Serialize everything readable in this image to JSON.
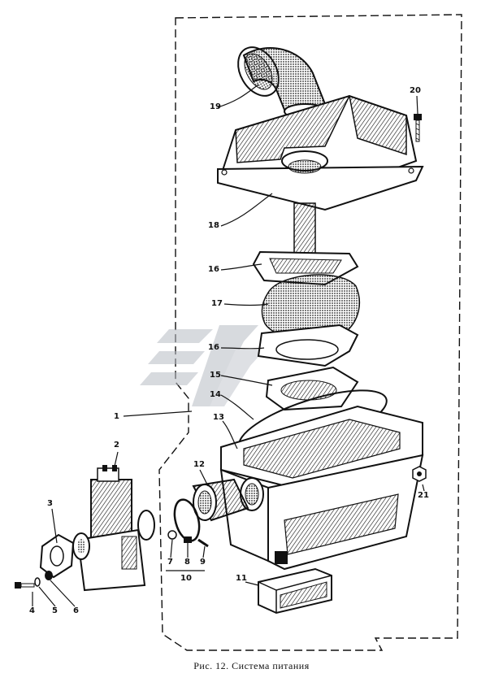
{
  "figure": {
    "caption": "Рис. 12. Система питания",
    "callouts": [
      "1",
      "2",
      "3",
      "4",
      "5",
      "6",
      "7",
      "8",
      "9",
      "10",
      "11",
      "12",
      "13",
      "14",
      "15",
      "16",
      "17",
      "18",
      "19",
      "20",
      "21"
    ]
  },
  "colors": {
    "ink": "#111111",
    "watermark": "#b8bcc4",
    "background": "#ffffff"
  }
}
